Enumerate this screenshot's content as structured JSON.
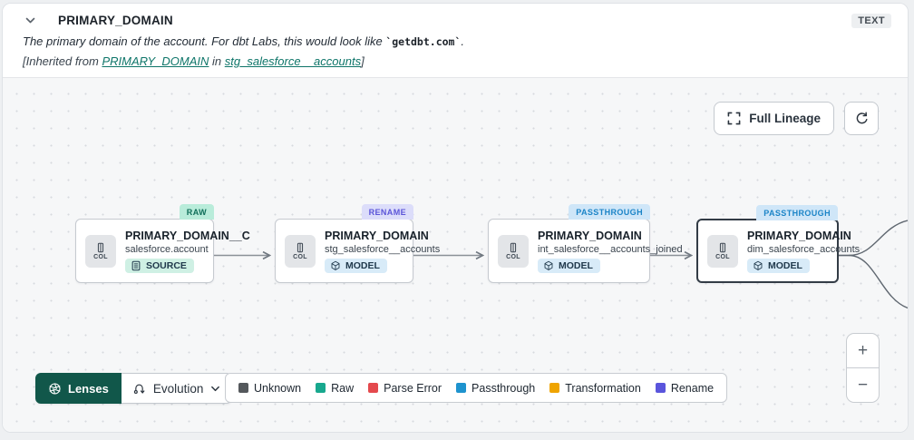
{
  "header": {
    "title": "PRIMARY_DOMAIN",
    "type_badge": "TEXT",
    "description_prefix": "The primary domain of the account. For dbt Labs, this would look like ",
    "description_code": "`getdbt.com`",
    "description_suffix": ".",
    "inherited_prefix": "[Inherited from ",
    "inherited_link_column": "PRIMARY_DOMAIN",
    "inherited_middle": " in ",
    "inherited_link_model": "stg_salesforce__accounts",
    "inherited_suffix": "]"
  },
  "toolbar": {
    "full_lineage_label": "Full Lineage"
  },
  "nodes": [
    {
      "tag": "RAW",
      "title": "PRIMARY_DOMAIN__C",
      "subtitle": "salesforce.account",
      "badge": "SOURCE",
      "col_label": "COL",
      "selected": false
    },
    {
      "tag": "RENAME",
      "title": "PRIMARY_DOMAIN",
      "subtitle": "stg_salesforce__accounts",
      "badge": "MODEL",
      "col_label": "COL",
      "selected": false
    },
    {
      "tag": "PASSTHROUGH",
      "title": "PRIMARY_DOMAIN",
      "subtitle": "int_salesforce__accounts_joined",
      "badge": "MODEL",
      "col_label": "COL",
      "selected": false
    },
    {
      "tag": "PASSTHROUGH",
      "title": "PRIMARY_DOMAIN",
      "subtitle": "dim_salesforce_accounts",
      "badge": "MODEL",
      "col_label": "COL",
      "selected": true
    }
  ],
  "lenses": {
    "label": "Lenses",
    "selected_lens": "Evolution"
  },
  "legend": [
    {
      "label": "Unknown",
      "color": "#54585c"
    },
    {
      "label": "Raw",
      "color": "#18a88e"
    },
    {
      "label": "Parse Error",
      "color": "#e4494d"
    },
    {
      "label": "Passthrough",
      "color": "#1e93ce"
    },
    {
      "label": "Transformation",
      "color": "#efa400"
    },
    {
      "label": "Rename",
      "color": "#5a55dc"
    }
  ],
  "zoom": {
    "in_label": "+",
    "out_label": "−"
  },
  "colors": {
    "raw_tag_bg": "#b9ecda",
    "raw_tag_text": "#0f6e59",
    "rename_tag_bg": "#dcddfa",
    "rename_tag_text": "#5b55d8",
    "passthrough_tag_bg": "#cfe6f8",
    "passthrough_tag_text": "#1b84c7",
    "source_badge_bg": "#cff0e4",
    "model_badge_bg": "#d8ebf8",
    "lenses_button_bg": "#11574a",
    "link_teal": "#0e7569"
  }
}
